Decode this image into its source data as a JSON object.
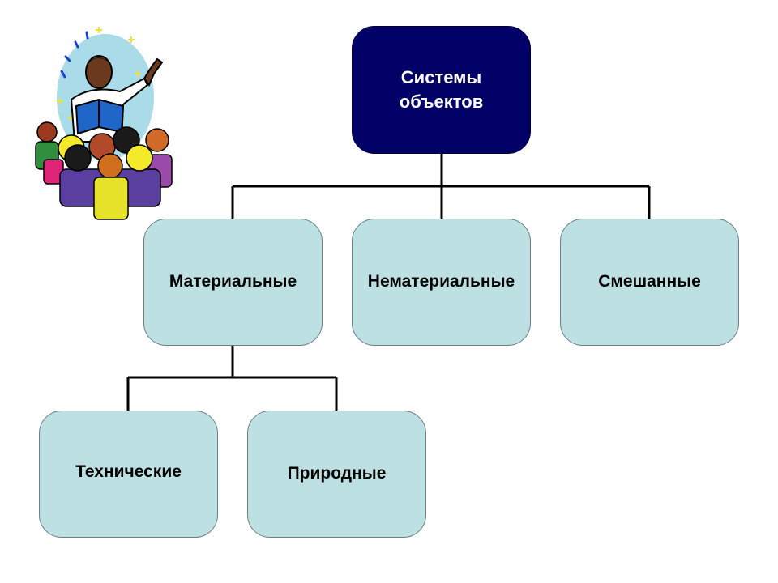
{
  "diagram": {
    "root": {
      "label": "Системы объектов"
    },
    "level1": [
      {
        "label": "Материальные"
      },
      {
        "label": "Нематериальные"
      },
      {
        "label": "Смешанные"
      }
    ],
    "level2": [
      {
        "label": "Технические"
      },
      {
        "label": "Природные"
      }
    ]
  },
  "clipart": {
    "icon": "teacher-with-students-clipart"
  },
  "colors": {
    "root_fill": "#000066",
    "node_fill": "#bde0e3",
    "connector": "#000000"
  }
}
